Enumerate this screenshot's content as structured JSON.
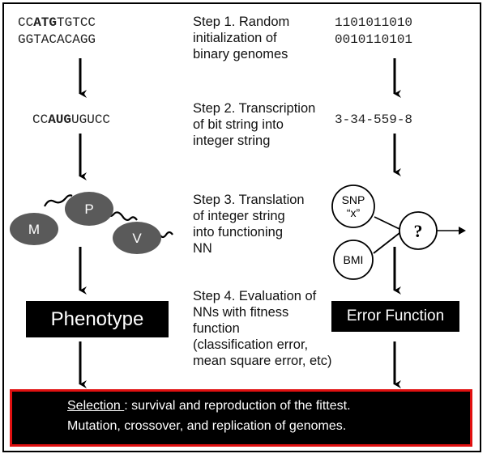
{
  "left": {
    "dna_line1_prefix": "CC",
    "dna_line1_bold": "ATG",
    "dna_line1_suffix": "TGTCC",
    "dna_line2": "GGTACACAGG",
    "rna_prefix": "CC",
    "rna_bold": "AUG",
    "rna_suffix": "UGUCC",
    "protein_nodes": [
      "M",
      "P",
      "V"
    ],
    "phenotype_label": "Phenotype"
  },
  "steps": [
    "Step 1.  Random\ninitialization of\nbinary genomes",
    "Step 2. Transcription\nof bit string into\ninteger string",
    "Step 3. Translation\nof integer string\ninto functioning\nNN",
    "Step 4. Evaluation of\nNNs with fitness\nfunction\n(classification error,\nmean square error, etc)"
  ],
  "right": {
    "bits_line1": "1101011010",
    "bits_line2": "0010110101",
    "integers": "3-34-559-8",
    "nn_inputs": [
      "SNP",
      "“x”",
      "BMI"
    ],
    "nn_output": "?",
    "error_label": "Error Function"
  },
  "selection": {
    "keyword": "Selection ",
    "line1_rest": ": survival and reproduction of the fittest.",
    "line2": "Mutation, crossover, and replication of genomes."
  },
  "colors": {
    "node_fill": "#5a5a5a",
    "box_fill": "#000000",
    "selection_border": "#e01010"
  }
}
